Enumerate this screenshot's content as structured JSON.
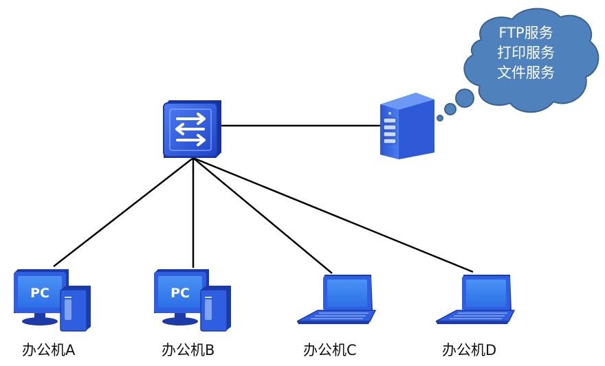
{
  "services": [
    "FTP服务",
    "打印服务",
    "文件服务"
  ],
  "nodes": {
    "pc_a": {
      "label": "办公机A",
      "screen_text": "PC"
    },
    "pc_b": {
      "label": "办公机B",
      "screen_text": "PC"
    },
    "laptop_c": {
      "label": "办公机C"
    },
    "laptop_d": {
      "label": "办公机D"
    }
  },
  "icons": {
    "switch": "network-switch-icon",
    "server": "server-tower-icon",
    "desktop": "desktop-pc-icon",
    "laptop": "laptop-icon",
    "cloud": "thought-cloud-icon"
  },
  "colors": {
    "device_blue": "#2f5fe0",
    "device_dark": "#1c3aa8",
    "screen_light": "#3b86f0",
    "cloud_fill": "#4f81bd",
    "cloud_stroke": "#3a6190",
    "link": "#000000"
  }
}
